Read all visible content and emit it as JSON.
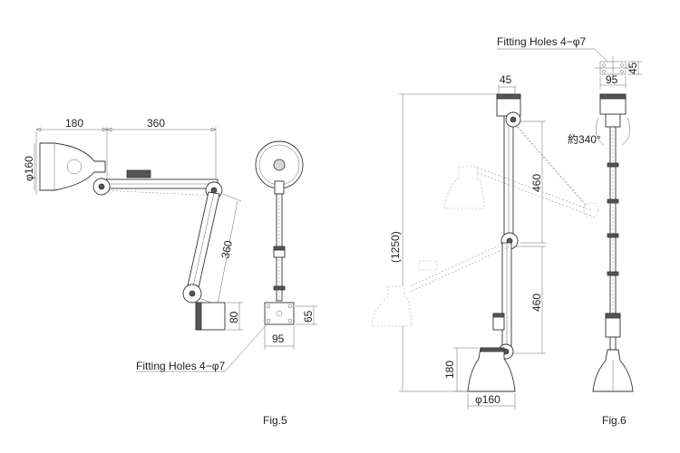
{
  "fig5": {
    "caption": "Fig.5",
    "dims": {
      "shade_length": "180",
      "arm_length": "360",
      "lower_arm": "360",
      "shade_dia": "φ160",
      "base_height": "80",
      "base_width": "95",
      "base_depth": "65"
    },
    "fitting_holes": "Fitting Holes 4−φ7"
  },
  "fig6": {
    "caption": "Fig.6",
    "dims": {
      "top_width": "45",
      "upper_arm": "460",
      "lower_arm": "460",
      "total_height": "(1250)",
      "shade_height": "180",
      "shade_dia": "φ160",
      "plan_width": "95",
      "plan_depth": "45"
    },
    "fitting_holes": "Fitting Holes 4−φ7",
    "rotation": "約340°"
  }
}
